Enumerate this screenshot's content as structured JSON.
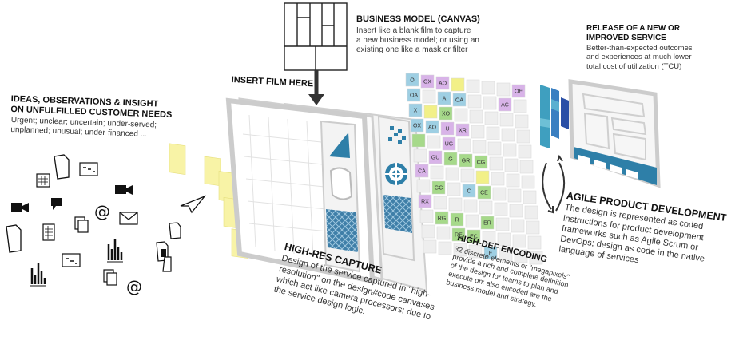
{
  "ideas": {
    "title_lines": [
      "IDEAS, OBSERVATIONS & INSIGHT",
      "ON UNFULFILLED CUSTOMER NEEDS"
    ],
    "body_lines": [
      "Urgent; unclear; uncertain; under-served;",
      "unplanned; unusual; under-financed ..."
    ]
  },
  "business_model": {
    "title": "BUSINESS MODEL (CANVAS)",
    "body_lines": [
      "Insert like a blank film to capture",
      "a new business model; or using an",
      "existing one like a mask or filter"
    ]
  },
  "insert_film": {
    "label": "INSERT FILM HERE"
  },
  "release": {
    "title_lines": [
      "RELEASE OF A NEW OR",
      "IMPROVED SERVICE"
    ],
    "body_lines": [
      "Better-than-expected outcomes",
      "and experiences at much lower",
      "total cost of utilization (TCU)"
    ]
  },
  "agile": {
    "title": "AGILE PRODUCT DEVELOPMENT",
    "body_lines": [
      "The design is represented as coded",
      "instructions for product development",
      "frameworks such as Agile Scrum or",
      "DevOps; design as code in the native",
      "language of services"
    ]
  },
  "high_res": {
    "title": "HIGH-RES CAPTURE",
    "body_lines": [
      "Design of the service captured in \"high-",
      "resolution\" on the design#code canvases",
      "which act like camera processors; due to",
      "the service design logic."
    ]
  },
  "high_def": {
    "title": "HIGH-DEF ENCODING",
    "body_lines": [
      "32 discrete elements or \"megapixels\"",
      "provide a rich and complete definition",
      "of the design for teams to plan and",
      "execute on; also encoded are the",
      "business model and strategy."
    ]
  },
  "grid_codes": [
    {
      "code": "O",
      "color": "#9ecfe3"
    },
    {
      "code": "OX",
      "color": "#d8b3e8"
    },
    {
      "code": "AO",
      "color": "#d8b3e8"
    },
    {
      "code": "",
      "color": "#f2f088"
    },
    {
      "code": "",
      "color": "#eeeeee"
    },
    {
      "code": "",
      "color": "#eeeeee"
    },
    {
      "code": "",
      "color": "#eeeeee"
    },
    {
      "code": "OE",
      "color": "#d8b3e8"
    },
    {
      "code": "OA",
      "color": "#9ecfe3"
    },
    {
      "code": "",
      "color": "#eeeeee"
    },
    {
      "code": "A",
      "color": "#9ecfe3"
    },
    {
      "code": "OA",
      "color": "#9ecfe3"
    },
    {
      "code": "",
      "color": "#eeeeee"
    },
    {
      "code": "",
      "color": "#eeeeee"
    },
    {
      "code": "AC",
      "color": "#d8b3e8"
    },
    {
      "code": "",
      "color": "#eeeeee"
    },
    {
      "code": "X",
      "color": "#9ecfe3"
    },
    {
      "code": "",
      "color": "#f2f088"
    },
    {
      "code": "XO",
      "color": "#a6d98a"
    },
    {
      "code": "",
      "color": "#eeeeee"
    },
    {
      "code": "",
      "color": "#eeeeee"
    },
    {
      "code": "",
      "color": "#eeeeee"
    },
    {
      "code": "",
      "color": "#eeeeee"
    },
    {
      "code": "",
      "color": "#eeeeee"
    },
    {
      "code": "OX",
      "color": "#9ecfe3"
    },
    {
      "code": "AO",
      "color": "#9ecfe3"
    },
    {
      "code": "U",
      "color": "#d8b3e8"
    },
    {
      "code": "XR",
      "color": "#d8b3e8"
    },
    {
      "code": "",
      "color": "#eeeeee"
    },
    {
      "code": "",
      "color": "#eeeeee"
    },
    {
      "code": "",
      "color": "#eeeeee"
    },
    {
      "code": "",
      "color": "#eeeeee"
    },
    {
      "code": "",
      "color": "#a6d98a"
    },
    {
      "code": "",
      "color": "#eeeeee"
    },
    {
      "code": "UG",
      "color": "#d8b3e8"
    },
    {
      "code": "",
      "color": "#eeeeee"
    },
    {
      "code": "",
      "color": "#eeeeee"
    },
    {
      "code": "",
      "color": "#eeeeee"
    },
    {
      "code": "",
      "color": "#eeeeee"
    },
    {
      "code": "",
      "color": "#eeeeee"
    },
    {
      "code": "",
      "color": "#eeeeee"
    },
    {
      "code": "GU",
      "color": "#d8b3e8"
    },
    {
      "code": "G",
      "color": "#a6d98a"
    },
    {
      "code": "GR",
      "color": "#a6d98a"
    },
    {
      "code": "CG",
      "color": "#a6d98a"
    },
    {
      "code": "",
      "color": "#eeeeee"
    },
    {
      "code": "",
      "color": "#eeeeee"
    },
    {
      "code": "",
      "color": "#eeeeee"
    },
    {
      "code": "CA",
      "color": "#d8b3e8"
    },
    {
      "code": "",
      "color": "#eeeeee"
    },
    {
      "code": "",
      "color": "#eeeeee"
    },
    {
      "code": "",
      "color": "#eeeeee"
    },
    {
      "code": "",
      "color": "#f2f088"
    },
    {
      "code": "",
      "color": "#eeeeee"
    },
    {
      "code": "",
      "color": "#eeeeee"
    },
    {
      "code": "",
      "color": "#eeeeee"
    },
    {
      "code": "",
      "color": "#eeeeee"
    },
    {
      "code": "GC",
      "color": "#a6d98a"
    },
    {
      "code": "",
      "color": "#eeeeee"
    },
    {
      "code": "C",
      "color": "#9ecfe3"
    },
    {
      "code": "CE",
      "color": "#a6d98a"
    },
    {
      "code": "",
      "color": "#eeeeee"
    },
    {
      "code": "",
      "color": "#eeeeee"
    },
    {
      "code": "",
      "color": "#eeeeee"
    },
    {
      "code": "RX",
      "color": "#d8b3e8"
    },
    {
      "code": "",
      "color": "#eeeeee"
    },
    {
      "code": "",
      "color": "#eeeeee"
    },
    {
      "code": "",
      "color": "#eeeeee"
    },
    {
      "code": "",
      "color": "#eeeeee"
    },
    {
      "code": "",
      "color": "#eeeeee"
    },
    {
      "code": "",
      "color": "#eeeeee"
    },
    {
      "code": "",
      "color": "#eeeeee"
    },
    {
      "code": "",
      "color": "#eeeeee"
    },
    {
      "code": "RG",
      "color": "#a6d98a"
    },
    {
      "code": "R",
      "color": "#a6d98a"
    },
    {
      "code": "",
      "color": "#eeeeee"
    },
    {
      "code": "ER",
      "color": "#a6d98a"
    },
    {
      "code": "",
      "color": "#eeeeee"
    },
    {
      "code": "",
      "color": "#eeeeee"
    },
    {
      "code": "",
      "color": "#eeeeee"
    },
    {
      "code": "",
      "color": "#eeeeee"
    },
    {
      "code": "",
      "color": "#eeeeee"
    },
    {
      "code": "RE",
      "color": "#a6d98a"
    },
    {
      "code": "EC",
      "color": "#a6d98a"
    },
    {
      "code": "",
      "color": "#eeeeee"
    },
    {
      "code": "",
      "color": "#eeeeee"
    },
    {
      "code": "",
      "color": "#eeeeee"
    },
    {
      "code": "",
      "color": "#eeeeee"
    },
    {
      "code": "",
      "color": "#eeeeee"
    },
    {
      "code": "",
      "color": "#eeeeee"
    },
    {
      "code": "",
      "color": "#eeeeee"
    },
    {
      "code": "",
      "color": "#eeeeee"
    },
    {
      "code": "E",
      "color": "#9ecfe3"
    },
    {
      "code": "",
      "color": "#eeeeee"
    },
    {
      "code": "",
      "color": "#eeeeee"
    },
    {
      "code": "",
      "color": "#eeeeee"
    }
  ],
  "icons": [
    "document-icon",
    "video-camera-icon",
    "chat-bubble-icon",
    "at-sign-icon",
    "envelope-icon",
    "calendar-icon",
    "bar-chart-icon",
    "photos-icon",
    "paper-plane-icon",
    "flowchart-icon"
  ],
  "colors": {
    "sticky_note": "#f8f3a6",
    "teal": "#2e7fa8",
    "canvas_border": "#cccccc",
    "lens_blue": "#4a8fb8"
  }
}
